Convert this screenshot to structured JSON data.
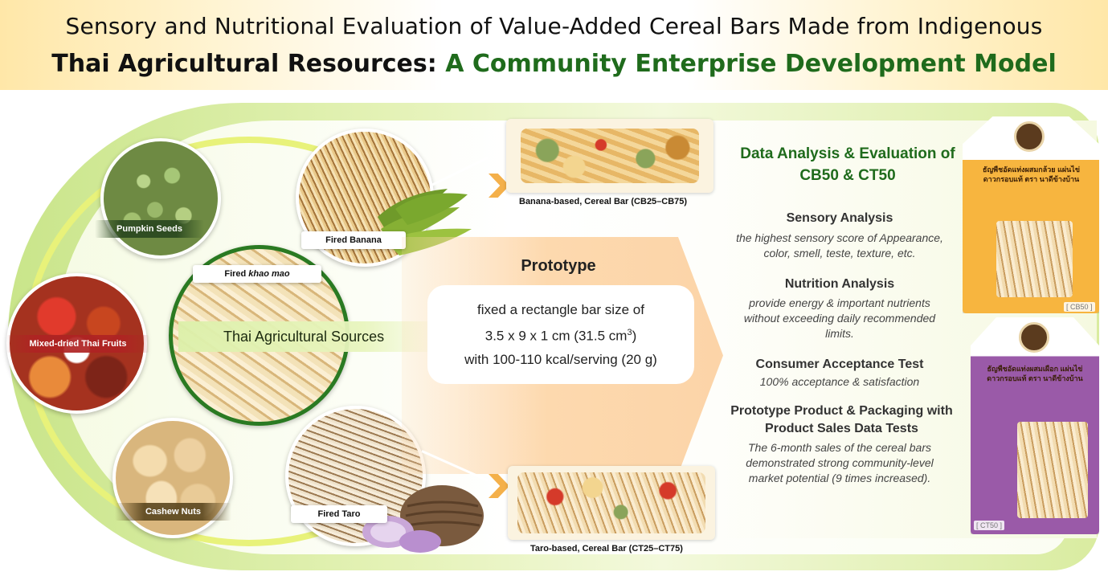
{
  "title": {
    "line1": "Sensory and Nutritional Evaluation of Value-Added Cereal Bars Made from Indigenous",
    "line2_black": "Thai Agricultural Resources: ",
    "line2_green": "A Community Enterprise Development Model"
  },
  "ingredients": {
    "pumpkin": "Pumpkin Seeds",
    "fruits": "Mixed-dried Thai Fruits",
    "cashew": "Cashew Nuts",
    "banana": "Fired Banana",
    "taro": "Fired Taro",
    "khaomao_prefix": "Fired ",
    "khaomao_italic": "khao mao"
  },
  "center_label": "Thai Agricultural Sources",
  "prototype": {
    "title": "Prototype",
    "line1": "fixed a rectangle bar size of",
    "line2_pre": "3.5 x 9 x 1 cm (31.5 cm",
    "line2_sup": "3",
    "line2_post": ")",
    "line3": "with 100-110 kcal/serving (20 g)"
  },
  "bars": {
    "banana_caption": "Banana-based, Cereal Bar (CB25–CB75)",
    "taro_caption": "Taro-based, Cereal Bar (CT25–CT75)"
  },
  "evaluation": {
    "heading_line1": "Data Analysis & Evaluation of",
    "heading_line2": "CB50 & CT50",
    "sensory_title": "Sensory Analysis",
    "sensory_desc_1": "the highest sensory score of Appearance,",
    "sensory_desc_2": "color, smell, teste, texture, etc.",
    "nutrition_title": "Nutrition Analysis",
    "nutrition_desc_1": "provide energy & important nutrients",
    "nutrition_desc_2": "without exceeding daily recommended",
    "nutrition_desc_3": "limits.",
    "consumer_title": "Consumer Acceptance Test",
    "consumer_desc": "100% acceptance & satisfaction",
    "sales_title_1": "Prototype Product & Packaging with",
    "sales_title_2": "Product Sales Data Tests",
    "sales_desc_1": "The 6-month sales of the cereal bars",
    "sales_desc_2": "demonstrated strong community-level",
    "sales_desc_3": "market potential (9 times increased)."
  },
  "packaging": {
    "tag_cb": "[ CB50 ]",
    "tag_ct": "[ CT50 ]",
    "thai_text_1": "ธัญพืชอัดแท่งผสมกล้วย แผ่นไข่ดาวกรอบแท้ ตรา นาดีข้างบ้าน",
    "thai_text_2": "ธัญพืชอัดแท่งผสมเผือก แผ่นไข่ดาวกรอบแท้ ตรา นาดีข้างบ้าน"
  },
  "colors": {
    "accent_green": "#1f6b1c",
    "arrow_orange": "#f4b04a",
    "pack_orange": "#f7b53f",
    "pack_purple": "#9a5aa8"
  }
}
